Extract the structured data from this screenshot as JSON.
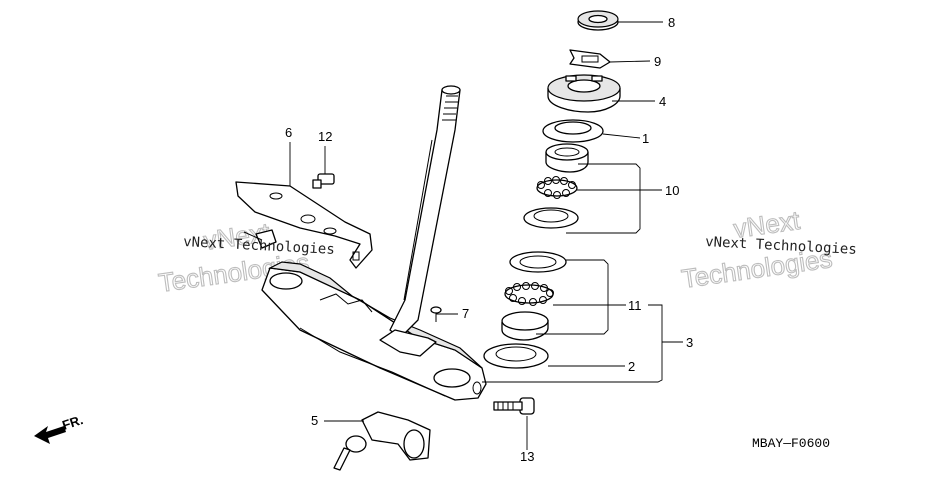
{
  "callouts": {
    "c1": "1",
    "c2": "2",
    "c3": "3",
    "c4": "4",
    "c5": "5",
    "c6": "6",
    "c7": "7",
    "c8": "8",
    "c9": "9",
    "c10": "10",
    "c11": "11",
    "c12": "12",
    "c13": "13"
  },
  "watermarks": {
    "small_left": "vNext Technologies",
    "small_right": "vNext Technologies",
    "large_1": "vNext",
    "large_2": "Technologies"
  },
  "front_label": "FR.",
  "diagram_code": "MBAY—F0600"
}
